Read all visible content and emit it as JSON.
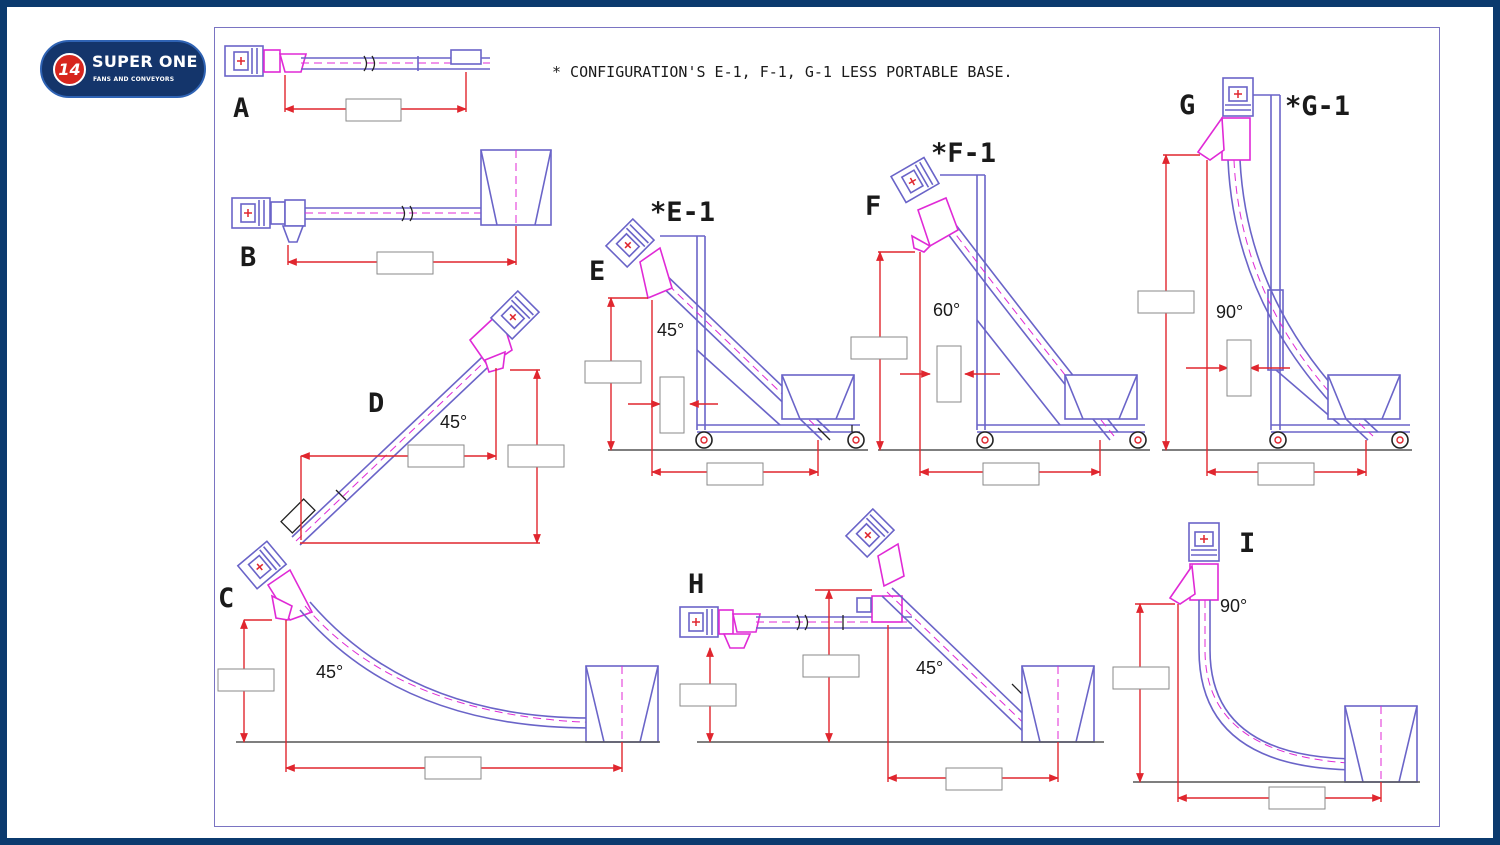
{
  "brand": {
    "name": "SUPER ONE",
    "tagline": "FANS AND CONVEYORS",
    "badge": "14",
    "colors": {
      "frame": "#0b3a6e",
      "logo_bg": "#14356b",
      "badge": "#d7261e"
    }
  },
  "note": "* CONFIGURATION'S E-1, F-1, G-1 LESS PORTABLE BASE.",
  "configs": {
    "A": {
      "label": "A"
    },
    "B": {
      "label": "B"
    },
    "C": {
      "label": "C",
      "angle": "45°"
    },
    "D": {
      "label": "D",
      "angle": "45°"
    },
    "E": {
      "label": "E",
      "alt": "*E-1",
      "angle": "45°"
    },
    "F": {
      "label": "F",
      "alt": "*F-1",
      "angle": "60°"
    },
    "G": {
      "label": "G",
      "alt": "*G-1",
      "angle": "90°"
    },
    "H": {
      "label": "H",
      "angle": "45°"
    },
    "I": {
      "label": "I",
      "angle": "90°"
    }
  },
  "colors": {
    "conveyor": "#6a64c8",
    "inlet_outlet": "#e02ad6",
    "dimension": "#e0262e",
    "sheet_border": "#7a74c2"
  }
}
